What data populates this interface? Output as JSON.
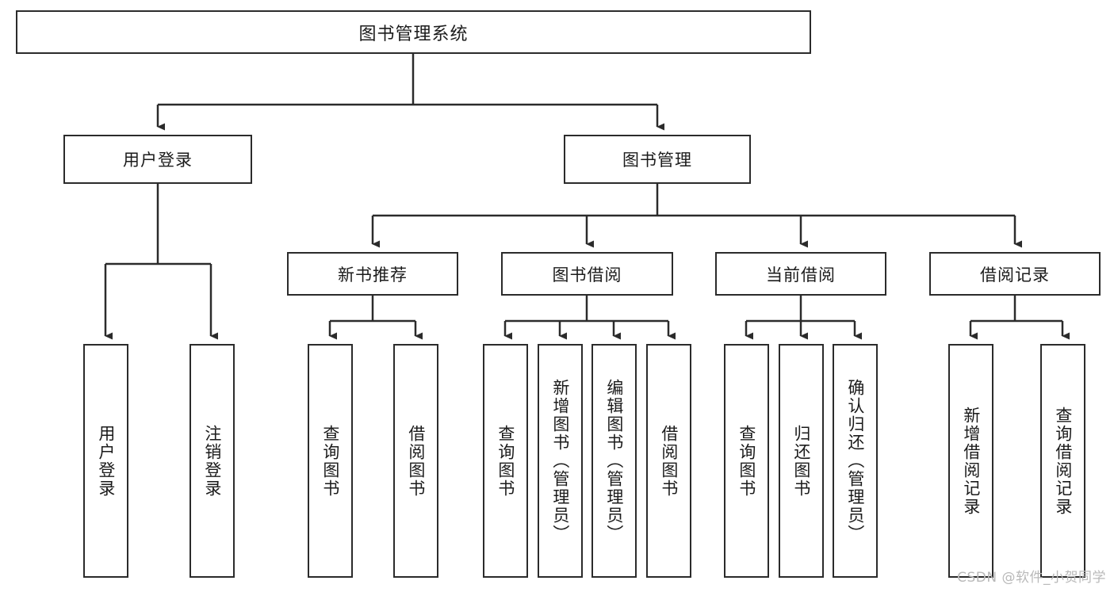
{
  "diagram": {
    "title": "图书管理系统",
    "type": "tree",
    "watermark": "CSDN @软件_小贺同学",
    "colors": {
      "stroke": "#2b2b2b",
      "background": "#ffffff",
      "text": "#1b1b1b",
      "watermark": "#b9b9b9"
    },
    "root": {
      "label": "图书管理系统"
    },
    "level1": [
      {
        "label": "用户登录"
      },
      {
        "label": "图书管理"
      }
    ],
    "level2": [
      {
        "label": "新书推荐"
      },
      {
        "label": "图书借阅"
      },
      {
        "label": "当前借阅"
      },
      {
        "label": "借阅记录"
      }
    ],
    "leaves": {
      "user_login": [
        {
          "label": "用户登录"
        },
        {
          "label": "注销登录"
        }
      ],
      "new_book_recommend": [
        {
          "label": "查询图书"
        },
        {
          "label": "借阅图书"
        }
      ],
      "book_borrow": [
        {
          "label": "查询图书"
        },
        {
          "label": "新增图书（管理员）"
        },
        {
          "label": "编辑图书（管理员）"
        },
        {
          "label": "借阅图书"
        }
      ],
      "current_borrow": [
        {
          "label": "查询图书"
        },
        {
          "label": "归还图书"
        },
        {
          "label": "确认归还（管理员）"
        }
      ],
      "borrow_record": [
        {
          "label": "新增借阅记录"
        },
        {
          "label": "查询借阅记录"
        }
      ]
    }
  }
}
